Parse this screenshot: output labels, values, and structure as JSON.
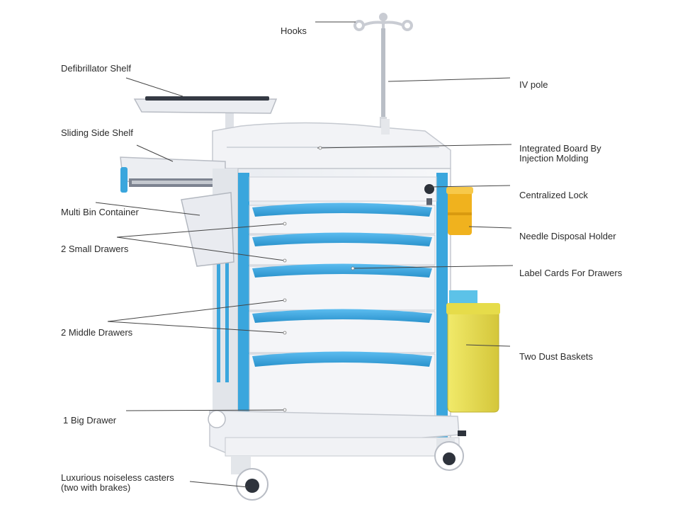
{
  "labels": {
    "hooks": "Hooks",
    "iv_pole": "IV pole",
    "defib_shelf": "Defibrillator Shelf",
    "sliding_shelf": "Sliding Side Shelf",
    "integrated_board": "Integrated Board By Injection Molding",
    "centralized_lock": "Centralized Lock",
    "multi_bin": "Multi Bin Container",
    "needle_holder": "Needle Disposal Holder",
    "small_drawers": "2 Small Drawers",
    "label_cards": "Label Cards For Drawers",
    "middle_drawers": "2 Middle Drawers",
    "dust_baskets": "Two Dust Baskets",
    "big_drawer": "1 Big Drawer",
    "casters": "Luxurious noiseless casters (two with brakes)"
  },
  "colors": {
    "accent_blue": "#3aa6dd",
    "body_white": "#eef0f4",
    "bin_yellow": "#e6dc4a",
    "needle_orange": "#f0b21e",
    "leader_line": "#444444"
  }
}
